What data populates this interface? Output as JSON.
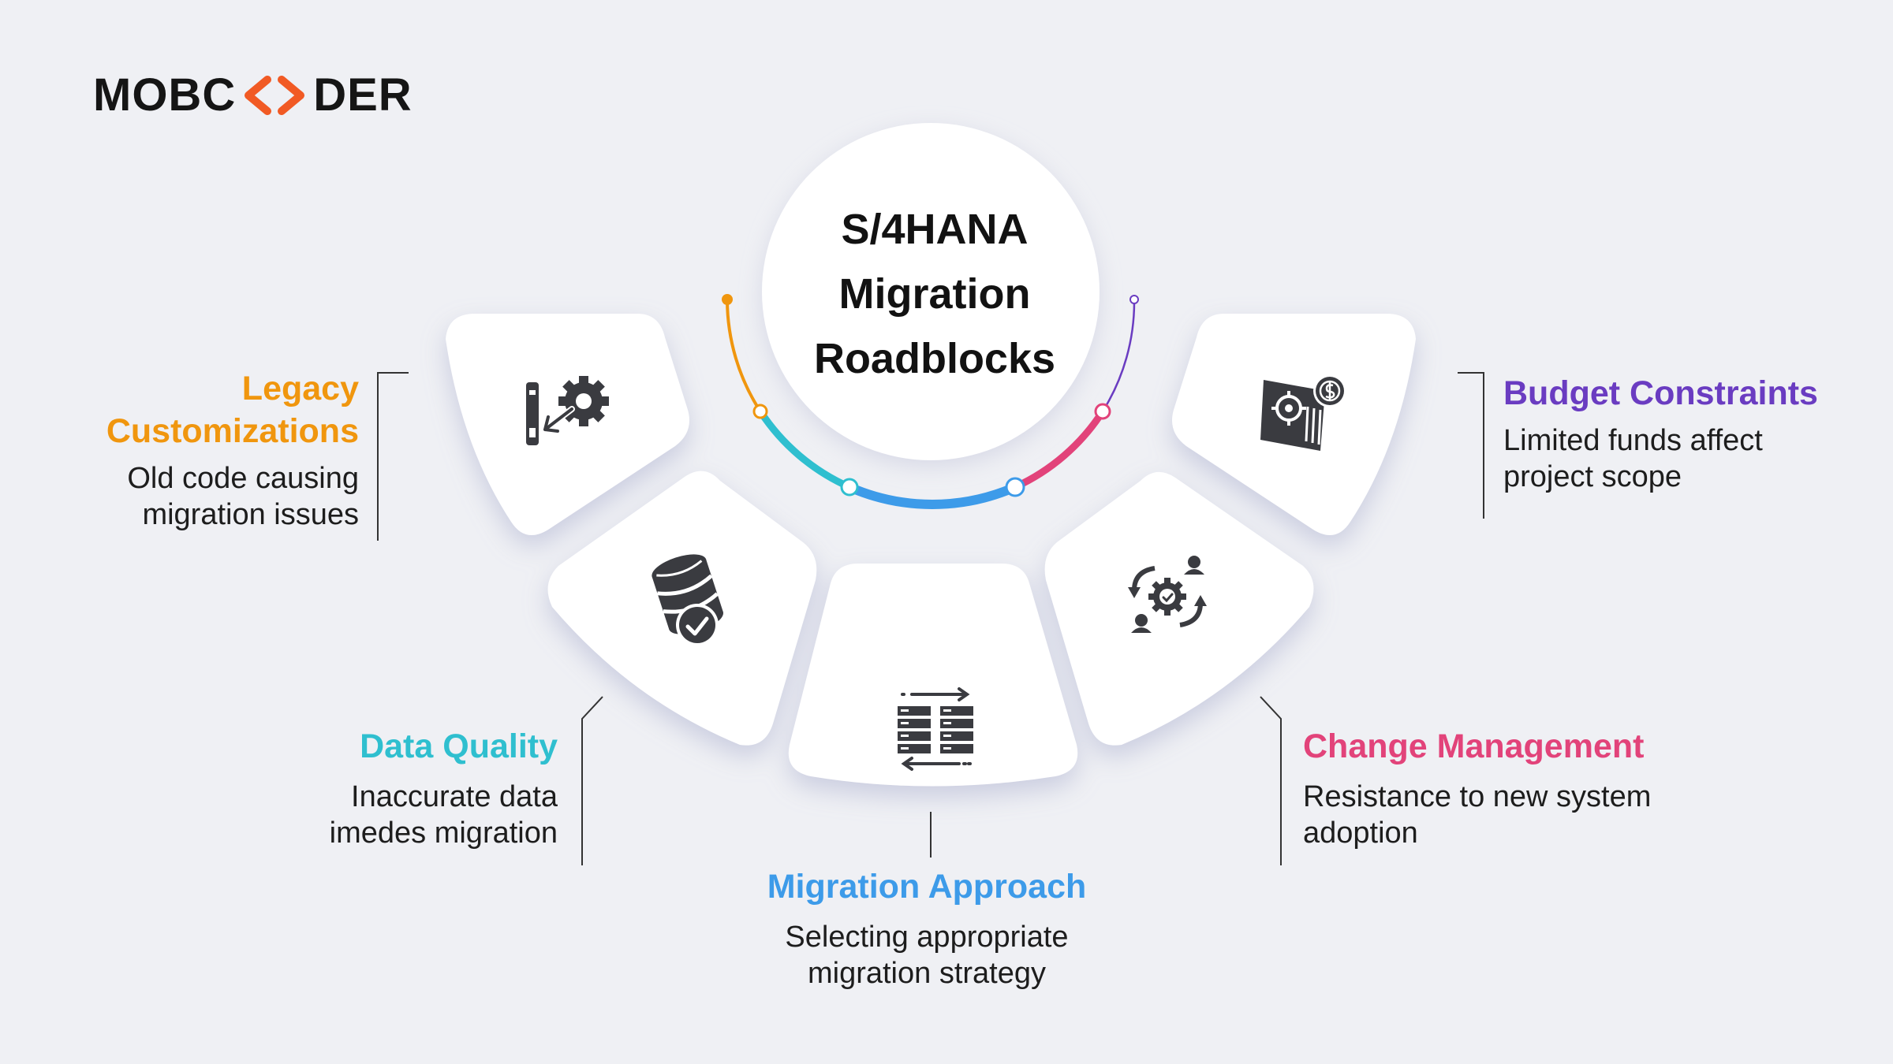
{
  "brand": {
    "logo_text_before": "MOBC",
    "logo_text_after": "DER",
    "logo_accent": "#f15a24"
  },
  "title": {
    "line1": "S/4HANA",
    "line2": "Migration",
    "line3": "Roadblocks"
  },
  "colors": {
    "legacy": "#f0960e",
    "data_quality": "#2fbfcf",
    "migration_approach": "#3d9be9",
    "change_management": "#e2437a",
    "budget": "#6a3cc1",
    "icon": "#3a3b40"
  },
  "roadblocks": [
    {
      "title_line1": "Legacy",
      "title_line2": "Customizations",
      "desc_line1": "Old code causing",
      "desc_line2": "migration issues",
      "icon": "legacy-code-gear-icon"
    },
    {
      "title_line1": "Data Quality",
      "desc_line1": "Inaccurate data",
      "desc_line2": "imedes migration",
      "icon": "database-check-icon"
    },
    {
      "title_line1": "Migration Approach",
      "desc_line1": "Selecting appropriate",
      "desc_line2": "migration strategy",
      "icon": "data-transfer-icon"
    },
    {
      "title_line1": "Change Management",
      "desc_line1": "Resistance to new system",
      "desc_line2": "adoption",
      "icon": "people-gear-cycle-icon"
    },
    {
      "title_line1": "Budget Constraints",
      "desc_line1": "Limited funds affect",
      "desc_line2": "project scope",
      "icon": "budget-document-icon"
    }
  ]
}
